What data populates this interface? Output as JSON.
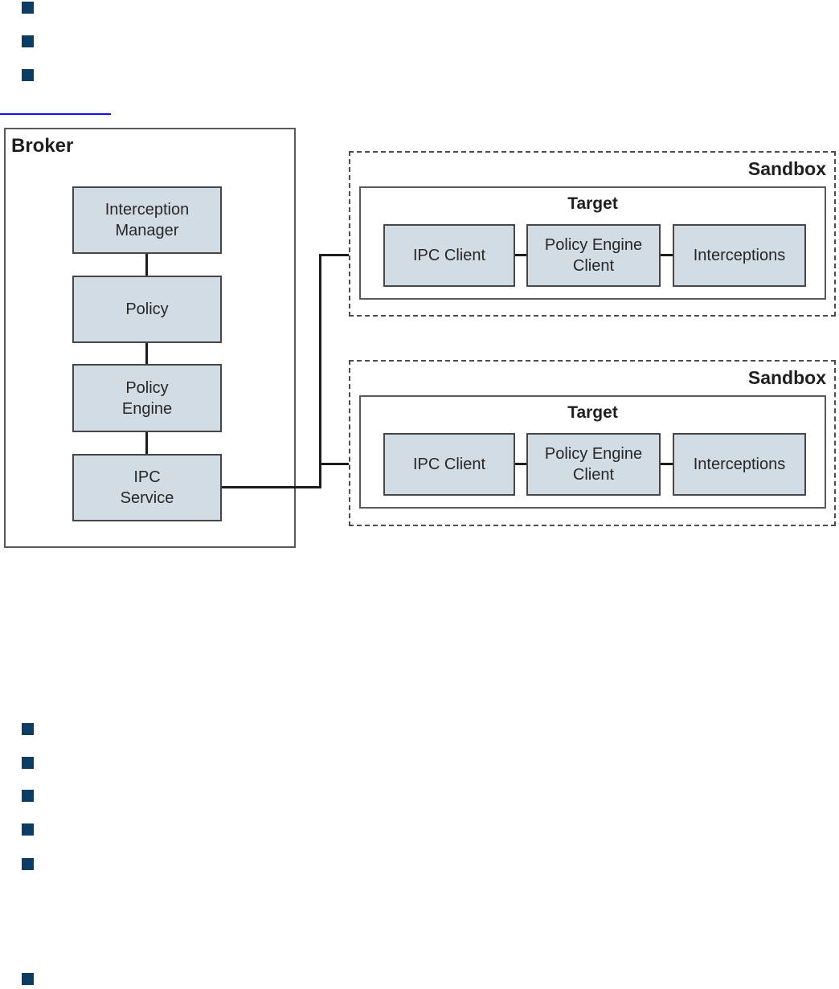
{
  "diagram": {
    "broker": {
      "title": "Broker",
      "nodes": [
        {
          "label": "Interception\nManager"
        },
        {
          "label": "Policy"
        },
        {
          "label": "Policy\nEngine"
        },
        {
          "label": "IPC\nService"
        }
      ]
    },
    "sandboxes": [
      {
        "label": "Sandbox",
        "target": {
          "label": "Target",
          "nodes": [
            {
              "label": "IPC Client"
            },
            {
              "label": "Policy Engine\nClient"
            },
            {
              "label": "Interceptions"
            }
          ]
        }
      },
      {
        "label": "Sandbox",
        "target": {
          "label": "Target",
          "nodes": [
            {
              "label": "IPC Client"
            },
            {
              "label": "Policy Engine\nClient"
            },
            {
              "label": "Interceptions"
            }
          ]
        }
      }
    ],
    "colors": {
      "node_fill": "#d1dce4",
      "node_border": "#464646",
      "container_border": "#58595b",
      "dashed_border": "#4d4d4d",
      "connector": "#1c1c1c",
      "bullet": "#0c3c64",
      "link_line": "#0f0fee",
      "text": "#272727"
    },
    "list_bullets": {
      "top_count": 3,
      "bottom_count": 6
    }
  }
}
